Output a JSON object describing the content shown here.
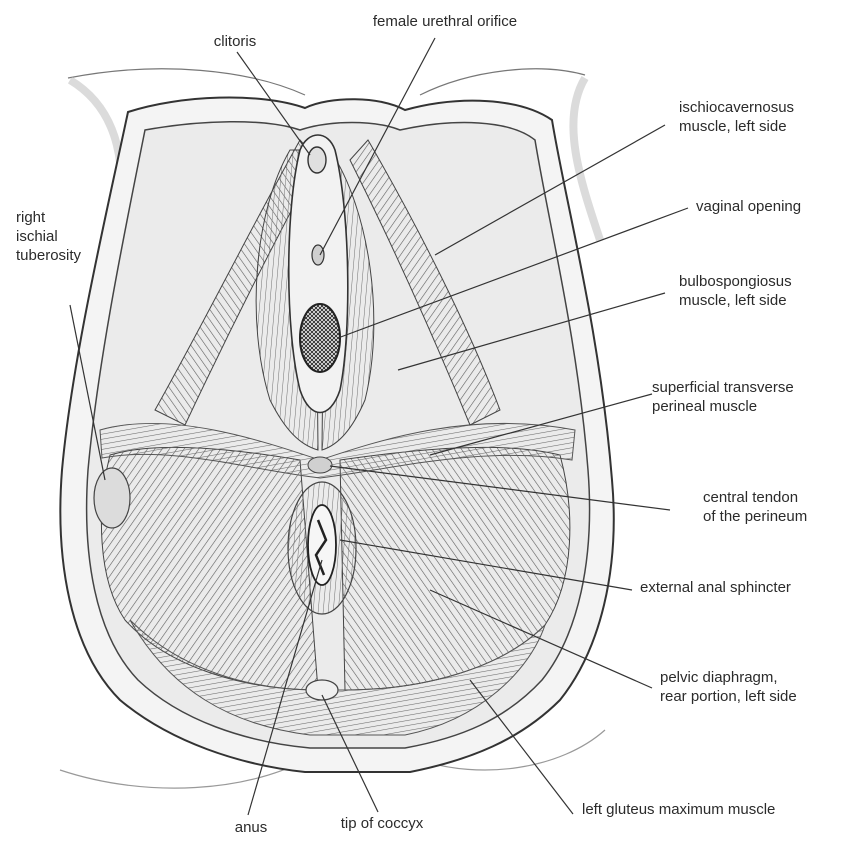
{
  "labels": {
    "clitoris": "clitoris",
    "female_urethral_orifice": "female urethral orifice",
    "right_ischial_tuberosity": "right\nischial\ntuberosity",
    "ischiocavernosus": "ischiocavernosus\nmuscle, left side",
    "vaginal_opening": "vaginal opening",
    "bulbospongiosus": "bulbospongiosus\nmuscle, left side",
    "superficial_transverse": "superficial transverse\nperineal muscle",
    "central_tendon": "central tendon\nof the perineum",
    "external_anal_sphincter": "external anal sphincter",
    "pelvic_diaphragm": "pelvic diaphragm,\nrear portion, left side",
    "left_gluteus": "left gluteus maximum muscle",
    "anus": "anus",
    "tip_of_coccyx": "tip of coccyx"
  },
  "colors": {
    "ink": "#2b2b2b",
    "muscle_dark": "#6e6e6e",
    "muscle_mid": "#9a9a9a",
    "skin_shade": "#d9d9d9",
    "leader": "#333333"
  }
}
